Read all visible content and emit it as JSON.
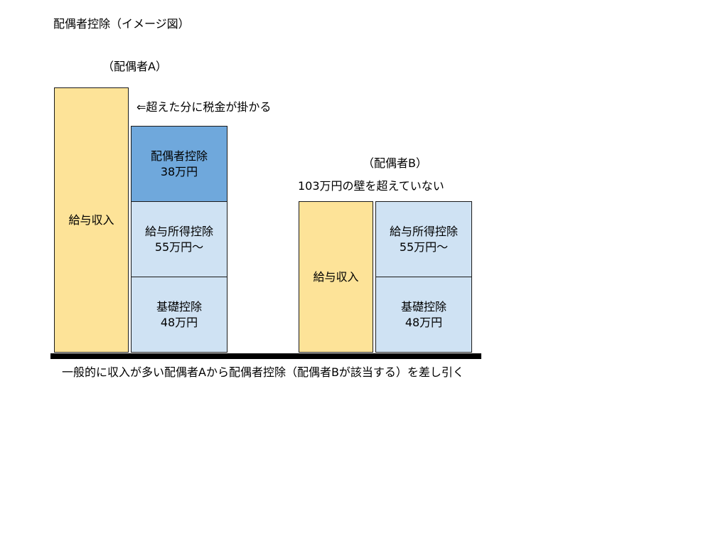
{
  "title": "配偶者控除（イメージ図）",
  "spouse_a": {
    "label": "（配偶者A）",
    "note": "⇐超えた分に税金が掛かる",
    "salary_box": "給与収入",
    "spouse_deduction": {
      "name": "配偶者控除",
      "amount": "38万円"
    },
    "salary_deduction": {
      "name": "給与所得控除",
      "amount": "55万円～"
    },
    "basic_deduction": {
      "name": "基礎控除",
      "amount": "48万円"
    }
  },
  "spouse_b": {
    "label": "（配偶者B）",
    "note": "103万円の壁を超えていない",
    "salary_box": "給与収入",
    "salary_deduction": {
      "name": "給与所得控除",
      "amount": "55万円～"
    },
    "basic_deduction": {
      "name": "基礎控除",
      "amount": "48万円"
    }
  },
  "footer": "一般的に収入が多い配偶者Aから配偶者控除（配偶者Bが該当する）を差し引く",
  "colors": {
    "salary": "#fde398",
    "deduction": "#cfe2f3",
    "spouse_deduction": "#6fa8dc"
  }
}
